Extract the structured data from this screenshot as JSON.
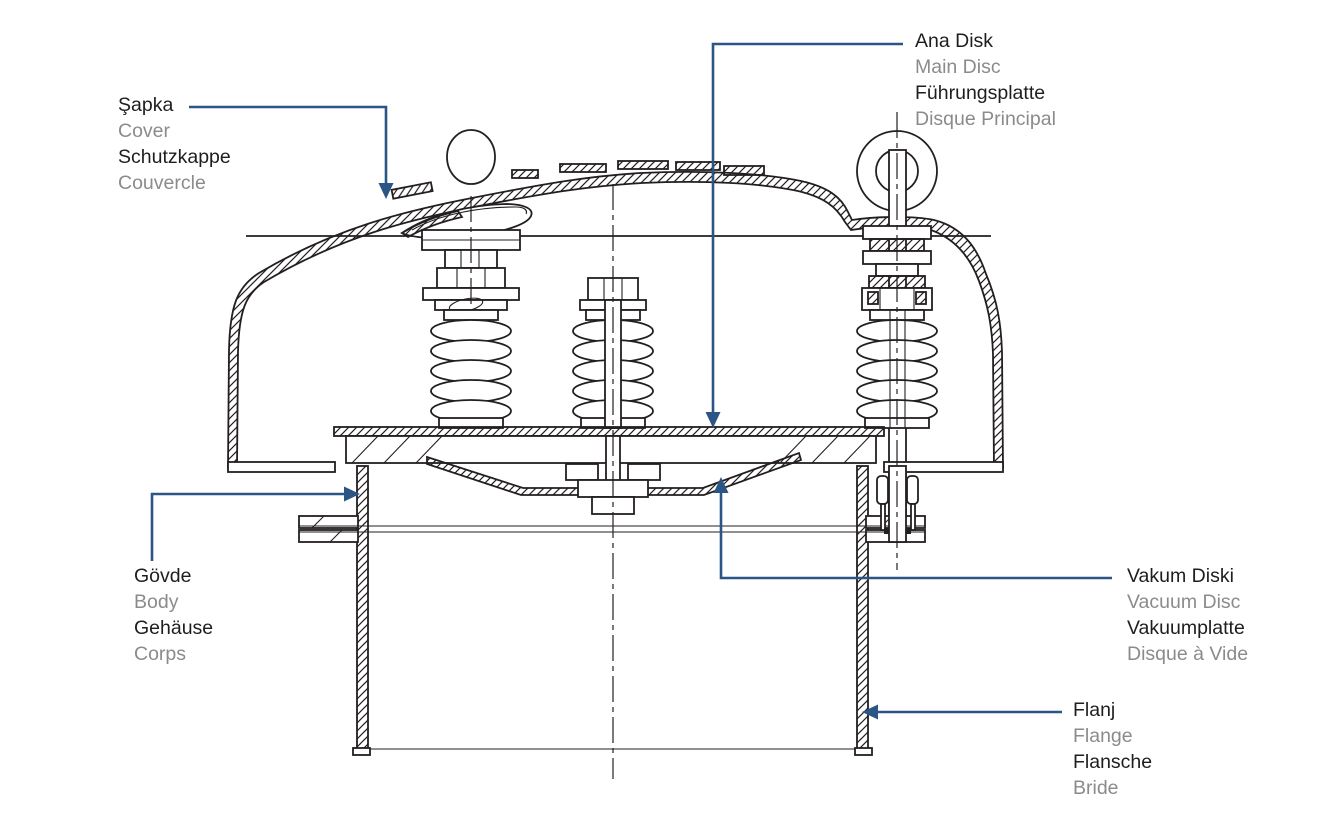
{
  "colors": {
    "background": "#FFFFFF",
    "line_art": "#231F20",
    "leader_blue": "#2B5585",
    "text_dark": "#1E1E1E",
    "text_gray": "#8A8B8D"
  },
  "labels": {
    "cover": {
      "tr": "Şapka",
      "en": "Cover",
      "de": "Schutzkappe",
      "fr": "Couvercle"
    },
    "main_disc": {
      "tr": "Ana Disk",
      "en": "Main Disc",
      "de": "Führungsplatte",
      "fr": "Disque Principal"
    },
    "body": {
      "tr": "Gövde",
      "en": "Body",
      "de": "Gehäuse",
      "fr": "Corps"
    },
    "vacuum_disc": {
      "tr": "Vakum Diski",
      "en": "Vacuum Disc",
      "de": "Vakuumplatte",
      "fr": "Disque à Vide"
    },
    "flange": {
      "tr": "Flanj",
      "en": "Flange",
      "de": "Flansche",
      "fr": "Bride"
    }
  }
}
